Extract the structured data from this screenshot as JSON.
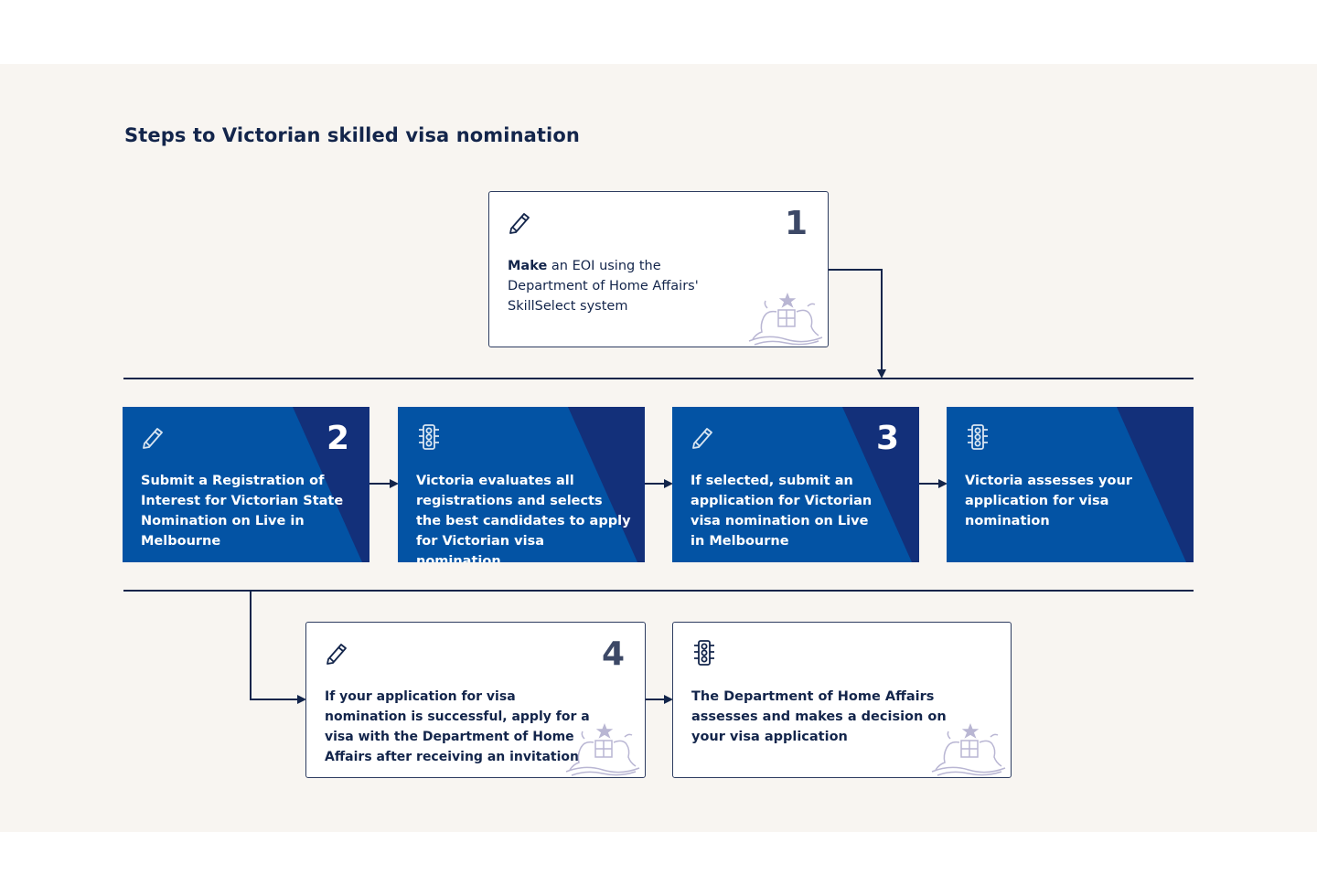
{
  "title": "Steps to Victorian skilled visa nomination",
  "steps": [
    {
      "number": "1",
      "style": "white",
      "icon": "pencil-icon",
      "text_bold": "Make",
      "text_rest": " an EOI using the Department of Home Affairs' SkillSelect system",
      "crest": true
    },
    {
      "number": "2",
      "style": "blue",
      "icon": "pencil-icon",
      "text_bold": "Submit",
      "text_rest": " a Registration of Interest for Victorian State Nomination on Live in Melbourne"
    },
    {
      "number": "",
      "style": "blue",
      "icon": "traffic-light-icon",
      "text_plain": "Victoria evaluates all registrations and selects the best candidates to apply for Victorian visa nomination"
    },
    {
      "number": "3",
      "style": "blue",
      "icon": "pencil-icon",
      "text_pre": "If selected, ",
      "text_bold": "submit",
      "text_rest": " an application for Victorian visa nomination on Live in Melbourne"
    },
    {
      "number": "",
      "style": "blue",
      "icon": "traffic-light-icon",
      "text_plain": "Victoria assesses your application for visa nomination"
    },
    {
      "number": "4",
      "style": "white",
      "icon": "pencil-icon",
      "text_pre": "If your application for visa nomination is successful, ",
      "text_bold": "apply",
      "text_rest": " for a visa with the Department of Home Affairs after receiving an invitation",
      "crest": true
    },
    {
      "number": "",
      "style": "white",
      "icon": "traffic-light-icon",
      "text_plain": "The Department of Home Affairs assesses and makes a decision on your visa application",
      "crest": true
    }
  ],
  "colors": {
    "navy": "#13254b",
    "blue": "#0353a4",
    "dark_blue": "#13307a",
    "background": "#f8f5f1",
    "crest": "#b9b6d3"
  }
}
